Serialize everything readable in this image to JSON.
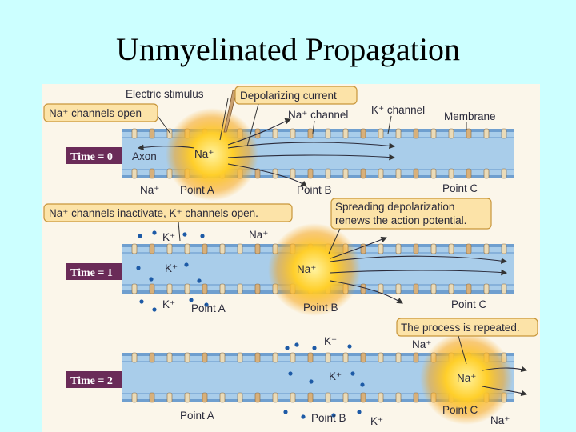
{
  "slide": {
    "title": "Unmyelinated Propagation"
  },
  "callouts": {
    "electric_stimulus": "Electric stimulus",
    "depolarizing_current": "Depolarizing current",
    "na_channels_open": "Na⁺ channels open",
    "inactivate_line": "Na⁺ channels inactivate, K⁺ channels open.",
    "spreading_1": "Spreading depolarization",
    "spreading_2": "renews the action potential.",
    "repeated": "The process is repeated."
  },
  "panel0": {
    "time": "Time = 0",
    "axon": "Axon",
    "na_center": "Na⁺",
    "na_channel": "Na⁺ channel",
    "k_channel": "K⁺ channel",
    "membrane": "Membrane",
    "na_bottom": "Na⁺",
    "point_a": "Point A",
    "point_b": "Point B",
    "point_c": "Point C"
  },
  "panel1": {
    "time": "Time = 1",
    "k_top": "K⁺",
    "na_top": "Na⁺",
    "k_inner": "K⁺",
    "na_center": "Na⁺",
    "k_bottom": "K⁺",
    "point_a": "Point A",
    "point_b": "Point B",
    "point_c": "Point C"
  },
  "panel2": {
    "time": "Time = 2",
    "k_top": "K⁺",
    "na_top": "Na⁺",
    "k_inner": "K⁺",
    "na_center": "Na⁺",
    "point_a": "Point A",
    "point_b": "Point B",
    "k_bottom": "K⁺",
    "point_c": "Point C",
    "na_bottom": "Na⁺"
  }
}
